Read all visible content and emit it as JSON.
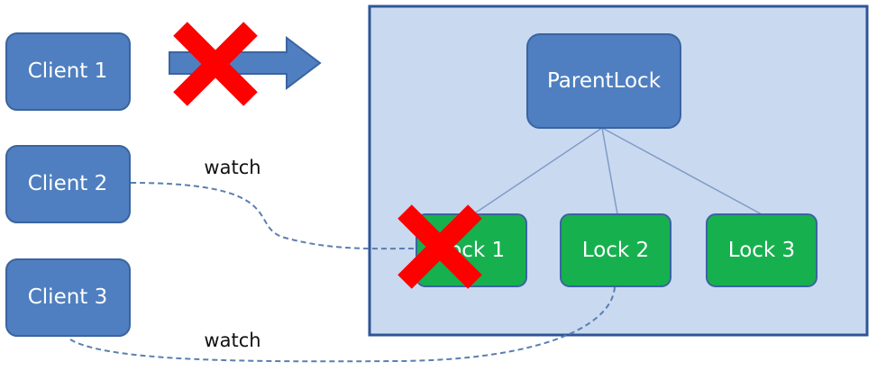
{
  "clients": [
    {
      "label": "Client 1"
    },
    {
      "label": "Client 2"
    },
    {
      "label": "Client 3"
    }
  ],
  "parent_lock": {
    "label": "ParentLock"
  },
  "locks": [
    {
      "label": "Lock 1",
      "deleted": true
    },
    {
      "label": "Lock 2",
      "deleted": false
    },
    {
      "label": "Lock 3",
      "deleted": false
    }
  ],
  "watch_labels": {
    "client2": "watch",
    "client3": "watch"
  },
  "colors": {
    "client_fill": "#4f7fc0",
    "client_stroke": "#3a64a0",
    "container_fill": "#c9d9f0",
    "container_stroke": "#2f5597",
    "lock_fill": "#17b04f",
    "lock_stroke": "#3a64a0",
    "arrow_fill": "#4f7fc0",
    "cross": "#ff0000",
    "watch_line": "#5a7fb0",
    "tree_line": "#7f9cc8"
  },
  "icons": {
    "cross": "x-mark-icon",
    "arrow": "right-arrow-icon"
  }
}
